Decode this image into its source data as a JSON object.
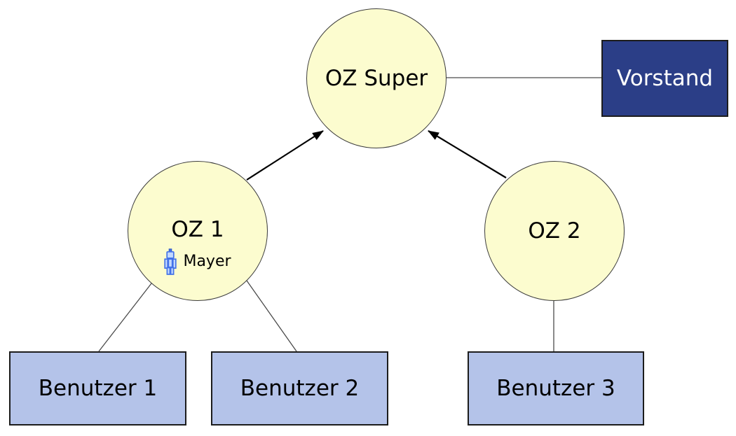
{
  "nodes": {
    "oz_super": {
      "label": "OZ Super"
    },
    "vorstand": {
      "label": "Vorstand"
    },
    "oz_1": {
      "label": "OZ 1",
      "person_label": "Mayer",
      "person_icon": "person-icon"
    },
    "oz_2": {
      "label": "OZ 2"
    },
    "benutzer_1": {
      "label": "Benutzer 1"
    },
    "benutzer_2": {
      "label": "Benutzer 2"
    },
    "benutzer_3": {
      "label": "Benutzer 3"
    }
  },
  "edges": [
    {
      "from": "OZ Super",
      "to": "Vorstand",
      "style": "plain-line"
    },
    {
      "from": "OZ 1",
      "to": "OZ Super",
      "style": "arrow-into-oz-super"
    },
    {
      "from": "OZ 2",
      "to": "OZ Super",
      "style": "arrow-into-oz-super"
    },
    {
      "from": "OZ 1",
      "to": "Benutzer 1",
      "style": "plain-line"
    },
    {
      "from": "OZ 1",
      "to": "Benutzer 2",
      "style": "plain-line"
    },
    {
      "from": "OZ 2",
      "to": "Benutzer 3",
      "style": "plain-line"
    }
  ],
  "colors": {
    "circle_fill": "#fcfccf",
    "circle_border": "#3c3c3c",
    "user_box_fill": "#b4c3e9",
    "box_border": "#1c1c1c",
    "vorstand_fill": "#2b3e87",
    "vorstand_text": "#ffffff",
    "line_color": "#4a4a4a",
    "arrow_color": "#000000",
    "person_icon_blue": "#4372e8",
    "person_icon_light": "#c3d9ff",
    "person_icon_dark": "#2e55c4"
  }
}
